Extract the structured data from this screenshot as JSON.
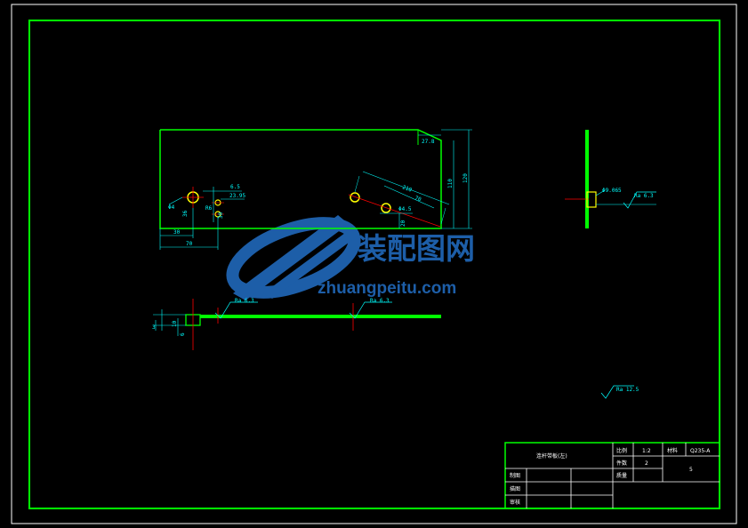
{
  "colors": {
    "border": "#00ff00",
    "outer_border": "#ffffff",
    "part": "#00ff00",
    "dimension": "#00ffff",
    "center_line": "#ff0000",
    "hole": "#ffff00",
    "title_text": "#ffffff",
    "watermark": "#1d5ea8"
  },
  "watermark": {
    "brand_cn": "装配图网",
    "url": "zhuangpeitu.com"
  },
  "front_view": {
    "dims": {
      "top_right": "27.8",
      "height_inner": "110",
      "height_outer": "120",
      "left_offset": "30",
      "left_width": "70",
      "phi_label_left": "Φ4",
      "small_1": "6.5",
      "small_2": "23.95",
      "small_3": "R6",
      "small_4": "36",
      "slot_len": "210",
      "slot_inner": "70",
      "slot_phi": "Φ4.5",
      "slot_small": "20",
      "left_vert": "30"
    }
  },
  "side_view": {
    "dim_label": "Φ9.065",
    "roughness": "Ra 6.3"
  },
  "bottom_view": {
    "dims": {
      "left_a": "3",
      "left_b": "10",
      "left_c": "6"
    },
    "roughness_1": "Ra 6.3",
    "roughness_2": "Ra 6.3"
  },
  "general_roughness": "Ra 12.5",
  "title_block": {
    "part_name": "连杆带板(左)",
    "ratio_label": "比例",
    "ratio_value": "1:2",
    "material_label": "材料",
    "material_value": "Q235-A",
    "qty_label": "件数",
    "qty_value": "2",
    "weight_label": "质量",
    "weight_value": "",
    "sheet_no": "5",
    "rows": [
      "制图",
      "描图",
      "审核"
    ]
  }
}
